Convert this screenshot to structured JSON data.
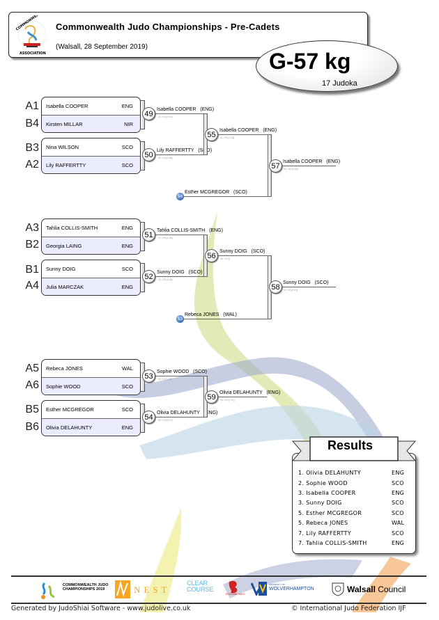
{
  "header": {
    "title": "Commonwealth Judo Championships - Pre-Cadets",
    "subtitle": "(Walsall, 28 September 2019)",
    "logo_text_top": "COMMONWEALTH JUDO",
    "logo_text_bottom": "ASSOCIATION"
  },
  "category": {
    "name": "G-57 kg",
    "count": "17 Judoka"
  },
  "pools": [
    {
      "pairs": [
        {
          "match": "49",
          "a": {
            "seed": "A1",
            "name": "Isabella COOPER",
            "cty": "ENG"
          },
          "b": {
            "seed": "B4",
            "name": "Kirsten MILLAR",
            "cty": "NIR"
          },
          "winner": "Isabella COOPER   (ENG)"
        },
        {
          "match": "50",
          "a": {
            "seed": "B3",
            "name": "Nina WILSON",
            "cty": "SCO"
          },
          "b": {
            "seed": "A2",
            "name": "Lily RAFFERTTY",
            "cty": "SCO"
          },
          "winner": "Lily RAFFERTTY   (SCO)"
        }
      ],
      "semi": {
        "match": "55",
        "winner": "Isabella COOPER   (ENG)"
      },
      "final": {
        "match": "57",
        "winner": "Isabella COOPER   (ENG)"
      },
      "repechage": {
        "match": "54",
        "name": "Esther MCGREGOR   (SCO)"
      }
    },
    {
      "pairs": [
        {
          "match": "51",
          "a": {
            "seed": "A3",
            "name": "Tahlia COLLIS-SMITH",
            "cty": "ENG"
          },
          "b": {
            "seed": "B2",
            "name": "Georgia  LAING",
            "cty": "ENG"
          },
          "winner": "Tahlia COLLIS-SMITH   (ENG)"
        },
        {
          "match": "52",
          "a": {
            "seed": "B1",
            "name": "Sunny DOIG",
            "cty": "SCO"
          },
          "b": {
            "seed": "A4",
            "name": "Julia  MARCZAK",
            "cty": "ENG"
          },
          "winner": "Sunny DOIG   (SCO)"
        }
      ],
      "semi": {
        "match": "56",
        "winner": "Sunny DOIG   (SCO)"
      },
      "final": {
        "match": "58",
        "winner": "Sunny DOIG   (SCO)"
      },
      "repechage": {
        "match": "53",
        "name": "Rebeca JONES   (WAL)"
      }
    },
    {
      "pairs": [
        {
          "match": "53",
          "a": {
            "seed": "A5",
            "name": "Rebeca JONES",
            "cty": "WAL"
          },
          "b": {
            "seed": "A6",
            "name": "Sophie WOOD",
            "cty": "SCO"
          },
          "winner": "Sophie WOOD   (SCO)"
        },
        {
          "match": "54",
          "a": {
            "seed": "B5",
            "name": "Esther MCGREGOR",
            "cty": "SCO"
          },
          "b": {
            "seed": "B6",
            "name": "Olivia DELAHUNTY",
            "cty": "ENG"
          },
          "winner": "Olivia DELAHUNTY   (ENG)"
        }
      ],
      "semi": {
        "match": "59",
        "winner": "Olivia DELAHUNTY   (ENG)"
      }
    }
  ],
  "results": {
    "title": "Results",
    "rows": [
      {
        "place": "1.",
        "name": "Olivia DELAHUNTY",
        "cty": "ENG"
      },
      {
        "place": "2.",
        "name": "Sophie WOOD",
        "cty": "SCO"
      },
      {
        "place": "3.",
        "name": "Isabella COOPER",
        "cty": "ENG"
      },
      {
        "place": "3.",
        "name": "Sunny DOIG",
        "cty": "SCO"
      },
      {
        "place": "5.",
        "name": "Esther MCGREGOR",
        "cty": "SCO"
      },
      {
        "place": "5.",
        "name": "Rebeca JONES",
        "cty": "WAL"
      },
      {
        "place": "7.",
        "name": "Lily RAFFERTTY",
        "cty": "SCO"
      },
      {
        "place": "7.",
        "name": "Tahlia COLLIS-SMITH",
        "cty": "ENG"
      }
    ]
  },
  "sponsors": {
    "cjc": "COMMONWEALTH JUDO CHAMPIONSHIPS 2019",
    "nest": "NEST",
    "clear1": "CLEAR",
    "clear2": "COURSE",
    "england": "ENGLAND JUDO",
    "wolves_small": "UNIVERSITY OF",
    "wolves": "WOLVERHAMPTON",
    "walsall_bold": "Walsall",
    "walsall": "Council"
  },
  "footer": {
    "left": "Generated by JudoShiai Software - www.judolive.co.uk",
    "right": "© International Judo Federation IJF"
  },
  "colors": {
    "accent_row": "#ececff",
    "repechage": "#1d4f9a"
  }
}
